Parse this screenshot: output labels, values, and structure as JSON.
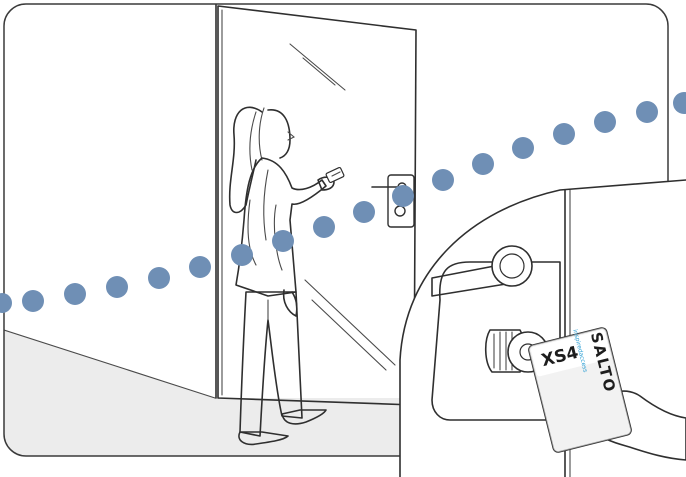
{
  "illustration": {
    "card_model": "XS4",
    "card_brand": "SALTO",
    "card_tagline": "inspiredaccess",
    "colors": {
      "signal_dots": "#6f8fb5",
      "floor": "#ececec",
      "wall": "#ffffff",
      "line_art": "#2f2f2f",
      "brand_accent": "#2c9fd4"
    }
  }
}
